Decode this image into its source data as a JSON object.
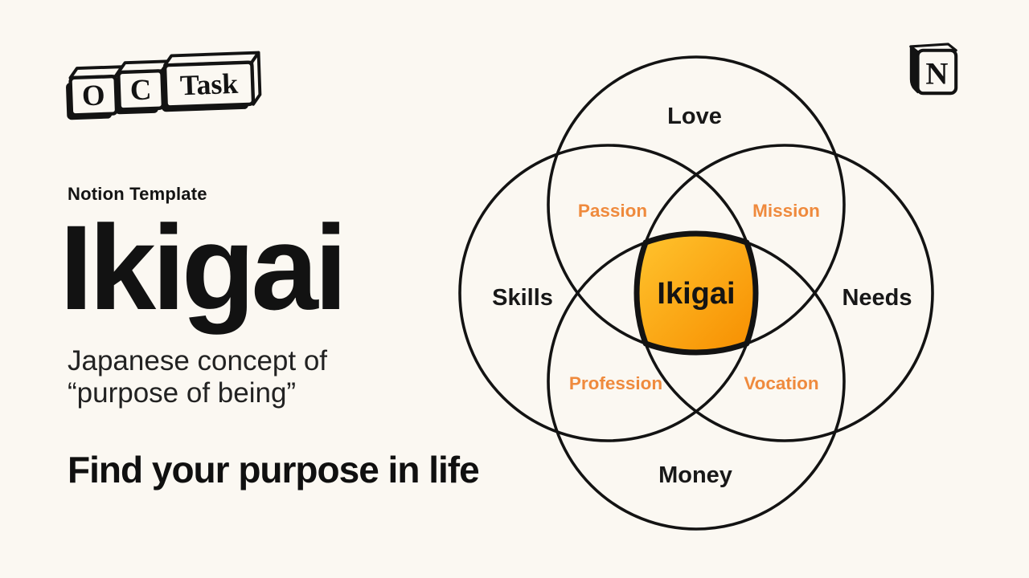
{
  "background_color": "#FBF8F2",
  "colors": {
    "ink": "#161616",
    "line": "#131313",
    "orange_label": "#EF8A3D",
    "center_gradient_start": "#FFC42E",
    "center_gradient_end": "#F78E00"
  },
  "branding": {
    "oc_task_logo": {
      "blocks": [
        "O",
        "C",
        "Task"
      ]
    },
    "notion_icon_letter": "N"
  },
  "left_panel": {
    "kicker": "Notion Template",
    "title": "Ikigai",
    "subtitle_line1": "Japanese concept of",
    "subtitle_line2": "“purpose of being”",
    "tagline": "Find your purpose in life"
  },
  "diagram": {
    "type": "venn-4-circles",
    "center_label": "Ikigai",
    "circles": [
      {
        "label": "Love",
        "position": "top"
      },
      {
        "label": "Skills",
        "position": "left"
      },
      {
        "label": "Needs",
        "position": "right"
      },
      {
        "label": "Money",
        "position": "bottom"
      }
    ],
    "intersections": [
      {
        "label": "Passion",
        "between": [
          "Love",
          "Skills"
        ]
      },
      {
        "label": "Mission",
        "between": [
          "Love",
          "Needs"
        ]
      },
      {
        "label": "Profession",
        "between": [
          "Skills",
          "Money"
        ]
      },
      {
        "label": "Vocation",
        "between": [
          "Needs",
          "Money"
        ]
      }
    ]
  }
}
